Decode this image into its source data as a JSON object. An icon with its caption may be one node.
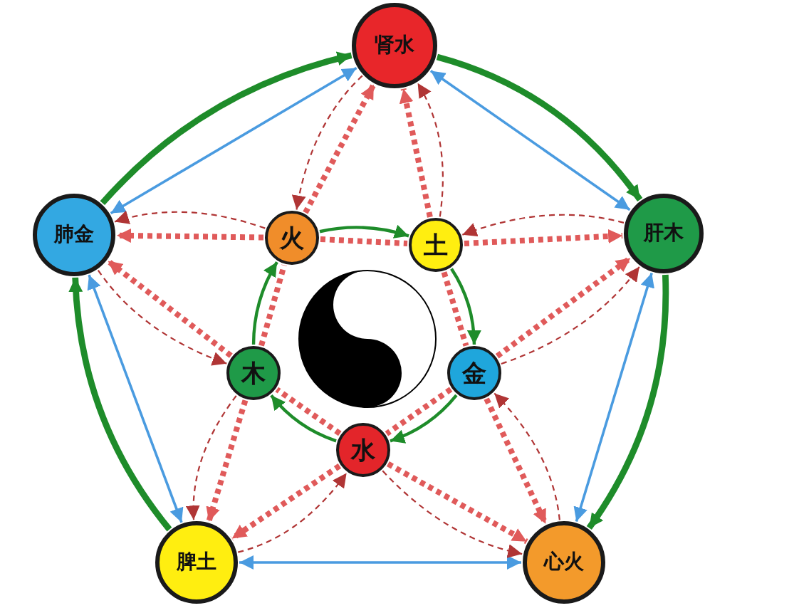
{
  "diagram": {
    "nodes": [
      {
        "text": [
          "肾水"
        ]
      },
      {
        "text": [
          "肝木"
        ]
      },
      {
        "text": [
          "心火"
        ]
      },
      {
        "text": [
          "脾土"
        ]
      },
      {
        "text": [
          "肺金"
        ]
      },
      {
        "text": [
          "火"
        ]
      },
      {
        "text": [
          "土"
        ]
      },
      {
        "text": [
          "金"
        ]
      },
      {
        "text": [
          "水"
        ]
      },
      {
        "text": [
          "木"
        ]
      }
    ],
    "edges": [
      {
        "from": 4,
        "to": 0,
        "arrow": "to",
        "style": "thick",
        "color": "#1e8c2a"
      },
      {
        "from": 0,
        "to": 1,
        "arrow": "to",
        "style": "thick",
        "color": "#1e8c2a"
      },
      {
        "from": 1,
        "to": 2,
        "arrow": "to",
        "style": "thick",
        "color": "#1e8c2a"
      },
      {
        "from": 3,
        "to": 4,
        "arrow": "to",
        "style": "thick",
        "color": "#1e8c2a"
      },
      {
        "from": 4,
        "to": 0,
        "arrow": "both",
        "color": "#4a9be0"
      },
      {
        "from": 0,
        "to": 1,
        "arrow": "both",
        "color": "#4a9be0"
      },
      {
        "from": 1,
        "to": 2,
        "arrow": "both",
        "color": "#4a9be0"
      },
      {
        "from": 3,
        "to": 2,
        "arrow": "both",
        "color": "#4a9be0"
      },
      {
        "from": 3,
        "to": 4,
        "arrow": "both",
        "color": "#4a9be0"
      },
      {
        "from": 5,
        "to": 6,
        "arrow": "to",
        "color": "#1e8c2a"
      },
      {
        "from": 6,
        "to": 7,
        "arrow": "to",
        "color": "#1e8c2a"
      },
      {
        "from": 7,
        "to": 8,
        "arrow": "to",
        "color": "#1e8c2a"
      },
      {
        "from": 8,
        "to": 9,
        "arrow": "to",
        "color": "#1e8c2a"
      },
      {
        "from": 9,
        "to": 5,
        "arrow": "to",
        "color": "#1e8c2a"
      },
      {
        "from": 5,
        "to": 0,
        "arrow": "to",
        "style": "dashed"
      },
      {
        "from": 5,
        "to": 4,
        "arrow": "to",
        "style": "dashed"
      },
      {
        "from": 6,
        "to": 0,
        "arrow": "to",
        "style": "dashed"
      },
      {
        "from": 6,
        "to": 1,
        "arrow": "to",
        "style": "dashed"
      },
      {
        "from": 7,
        "to": 1,
        "arrow": "to",
        "style": "dashed"
      },
      {
        "from": 7,
        "to": 2,
        "arrow": "to",
        "style": "dashed"
      },
      {
        "from": 8,
        "to": 2,
        "arrow": "to",
        "style": "dashed"
      },
      {
        "from": 8,
        "to": 3,
        "arrow": "to",
        "style": "dashed"
      },
      {
        "from": 9,
        "to": 3,
        "arrow": "to",
        "style": "dashed"
      },
      {
        "from": 9,
        "to": 4,
        "arrow": "to",
        "style": "dashed"
      },
      {
        "from": 5,
        "to": 6,
        "arrow": "none",
        "style": "dashed"
      },
      {
        "from": 6,
        "to": 7,
        "arrow": "none",
        "style": "dashed"
      },
      {
        "from": 7,
        "to": 8,
        "arrow": "none",
        "style": "dashed"
      },
      {
        "from": 8,
        "to": 9,
        "arrow": "none",
        "style": "dashed"
      },
      {
        "from": 9,
        "to": 5,
        "arrow": "none",
        "style": "dashed"
      },
      {
        "from": 0,
        "to": 5,
        "arrow": "to",
        "style": "dashed",
        "color": "#b03535"
      },
      {
        "from": 6,
        "to": 0,
        "arrow": "to",
        "style": "dashed",
        "color": "#b03535"
      },
      {
        "from": 1,
        "to": 6,
        "arrow": "to",
        "style": "dashed",
        "color": "#b03535"
      },
      {
        "from": 7,
        "to": 1,
        "arrow": "to",
        "style": "dashed",
        "color": "#b03535"
      },
      {
        "from": 2,
        "to": 7,
        "arrow": "to",
        "style": "dashed",
        "color": "#b03535"
      },
      {
        "from": 8,
        "to": 2,
        "arrow": "to",
        "style": "dashed",
        "color": "#b03535"
      },
      {
        "from": 3,
        "to": 8,
        "arrow": "to",
        "style": "dashed",
        "color": "#b03535"
      },
      {
        "from": 9,
        "to": 3,
        "arrow": "to",
        "style": "dashed",
        "color": "#b03535"
      },
      {
        "from": 4,
        "to": 9,
        "arrow": "to",
        "style": "dashed",
        "color": "#b03535"
      },
      {
        "from": 5,
        "to": 4,
        "arrow": "to",
        "style": "dashed",
        "color": "#b03535"
      }
    ]
  }
}
